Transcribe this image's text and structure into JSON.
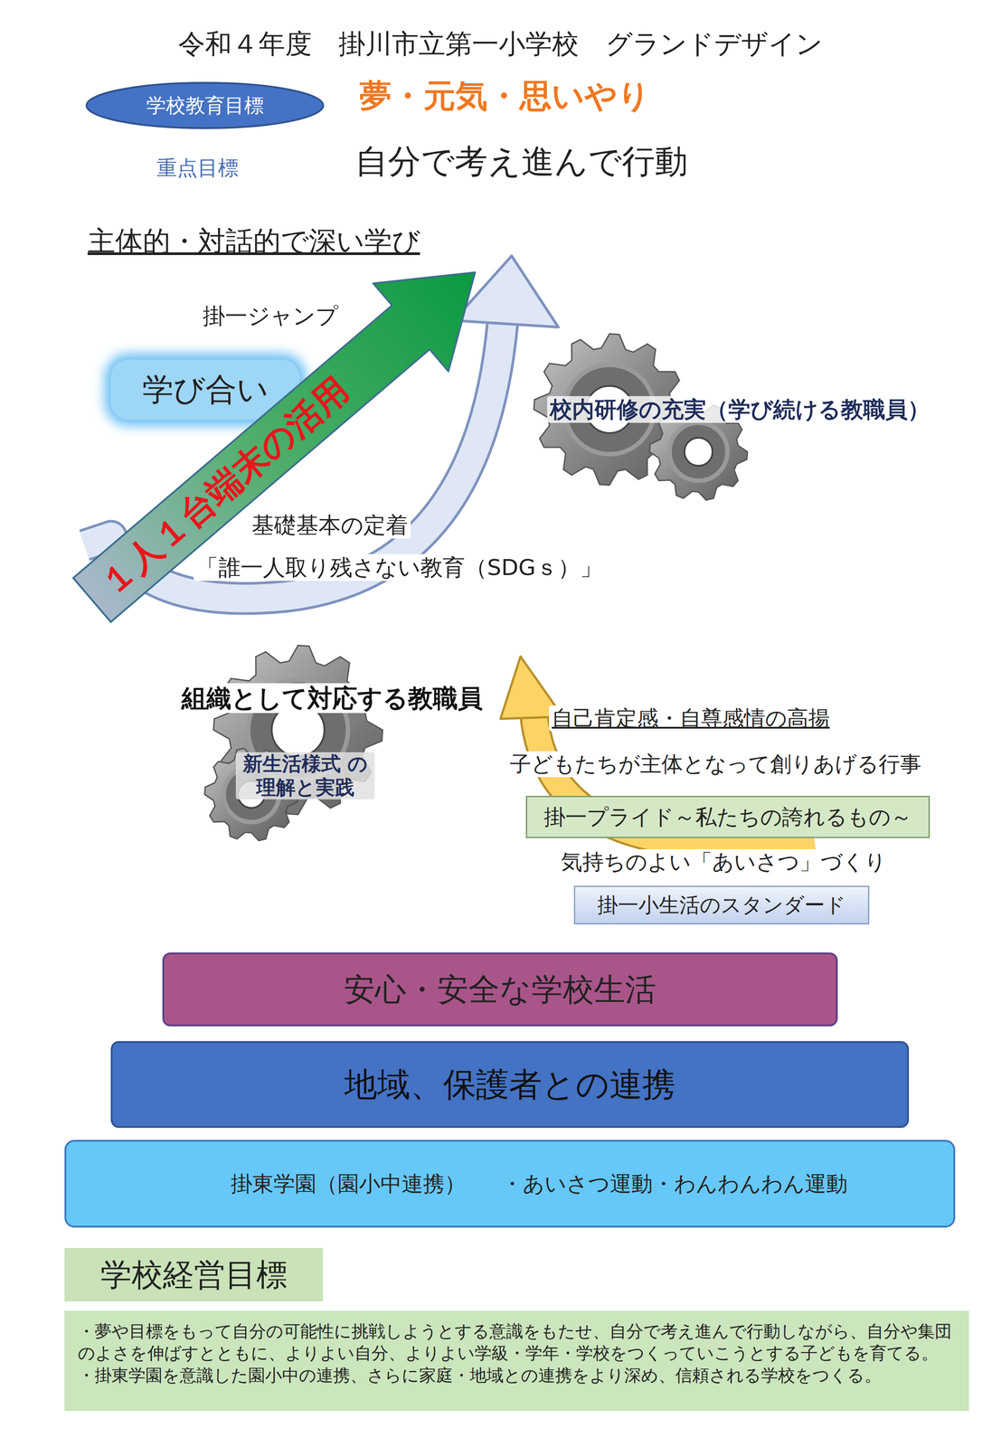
{
  "diagram": {
    "title": "令和４年度　掛川市立第一小学校　グランドデザイン",
    "nodes": [
      {
        "text": [
          "学校教育目標"
        ]
      },
      {
        "text": [
          "学び合い"
        ]
      },
      {
        "text": [
          "１人１台端末の活用"
        ]
      },
      {
        "text": [
          "掛一プライド～私たちの誇れるもの～"
        ]
      },
      {
        "text": [
          "掛一小生活のスタンダード"
        ]
      },
      {
        "text": [
          "安心・安全な学校生活"
        ]
      },
      {
        "text": [
          "地域、保護者との連携"
        ]
      },
      {
        "text": [
          "掛東学園（園小中連携）",
          "・あいさつ運動・わんわんわん運動"
        ]
      },
      {
        "text": [
          "学校経営目標"
        ]
      },
      {
        "text": [
          "・夢や目標をもって自分の可能性に挑戦しようとする意識をもたせ、自分で考え進んで行動しながら、自分や集団のよさを伸ばすとともに、よりよい自分、よりよい学級・学年・学校をつくっていこうとする子どもを育てる。",
          "・掛東学園を意識した園小中の連携、さらに家庭・地域との連携をより深め、信頼される学校をつくる。"
        ]
      }
    ],
    "labels": [
      "夢・元気・思いやり",
      "重点目標",
      "自分で考え進んで行動",
      "主体的・対話的で深い学び",
      "掛一ジャンプ",
      "校内研修の充実（学び続ける教職員）",
      "基礎基本の定着",
      "「誰一人取り残さない教育（SDGｓ）」",
      "組織として対応する教職員",
      "新生活様式 の理解と実践",
      "自己肯定感・自尊感情の高揚",
      "子どもたちが主体となって創りあげる行事",
      "気持ちのよい「あいさつ」づくり"
    ]
  }
}
